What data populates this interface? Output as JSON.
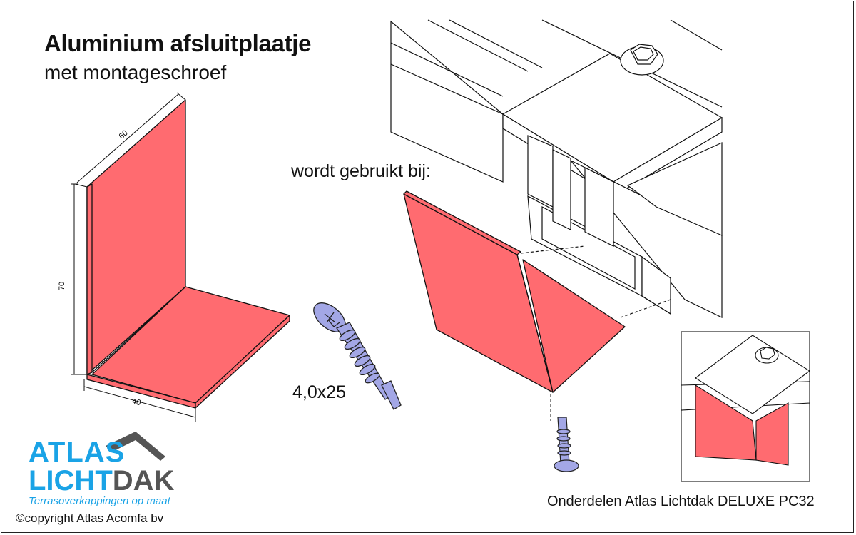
{
  "title": "Aluminium afsluitplaatje",
  "subtitle": "met montageschroef",
  "used_by_label": "wordt gebruikt bij:",
  "screw_size": "4,0x25",
  "parts_caption": "Onderdelen Atlas Lichtdak DELUXE PC32",
  "copyright": "©copyright Atlas Acomfa bv",
  "dimensions": {
    "width": "60",
    "height": "70",
    "depth": "40"
  },
  "logo": {
    "line1": "ATLAS",
    "line2_part1": "LICHT",
    "line2_part2": "DAK",
    "tagline": "Terrasoverkappingen op maat"
  },
  "colors": {
    "plate": "#ff6b70",
    "screw": "#a3a7e6",
    "brand_blue": "#1aa3e6",
    "brand_grey": "#555555"
  }
}
